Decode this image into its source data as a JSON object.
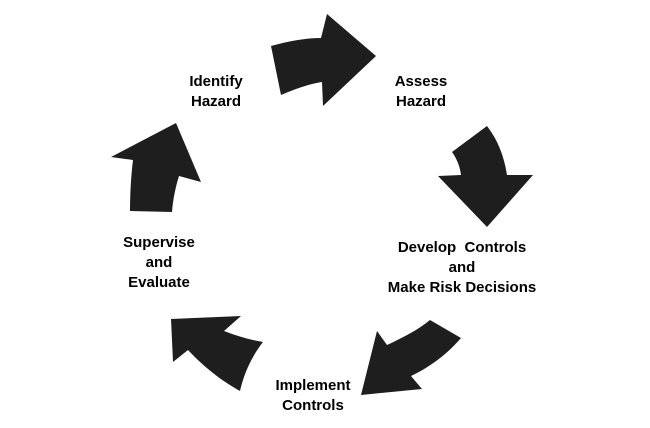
{
  "diagram": {
    "steps": [
      {
        "id": "identify",
        "lines": [
          "Identify",
          "Hazard"
        ]
      },
      {
        "id": "assess",
        "lines": [
          "Assess",
          "Hazard"
        ]
      },
      {
        "id": "develop",
        "lines": [
          "Develop  Controls",
          "and",
          "Make Risk Decisions"
        ]
      },
      {
        "id": "implement",
        "lines": [
          "Implement",
          "Controls"
        ]
      },
      {
        "id": "supervise",
        "lines": [
          "Supervise",
          "and",
          "Evaluate"
        ]
      }
    ],
    "arrow_color": "#1e1e1e",
    "arrow_icon": "curved-arrow-icon"
  }
}
